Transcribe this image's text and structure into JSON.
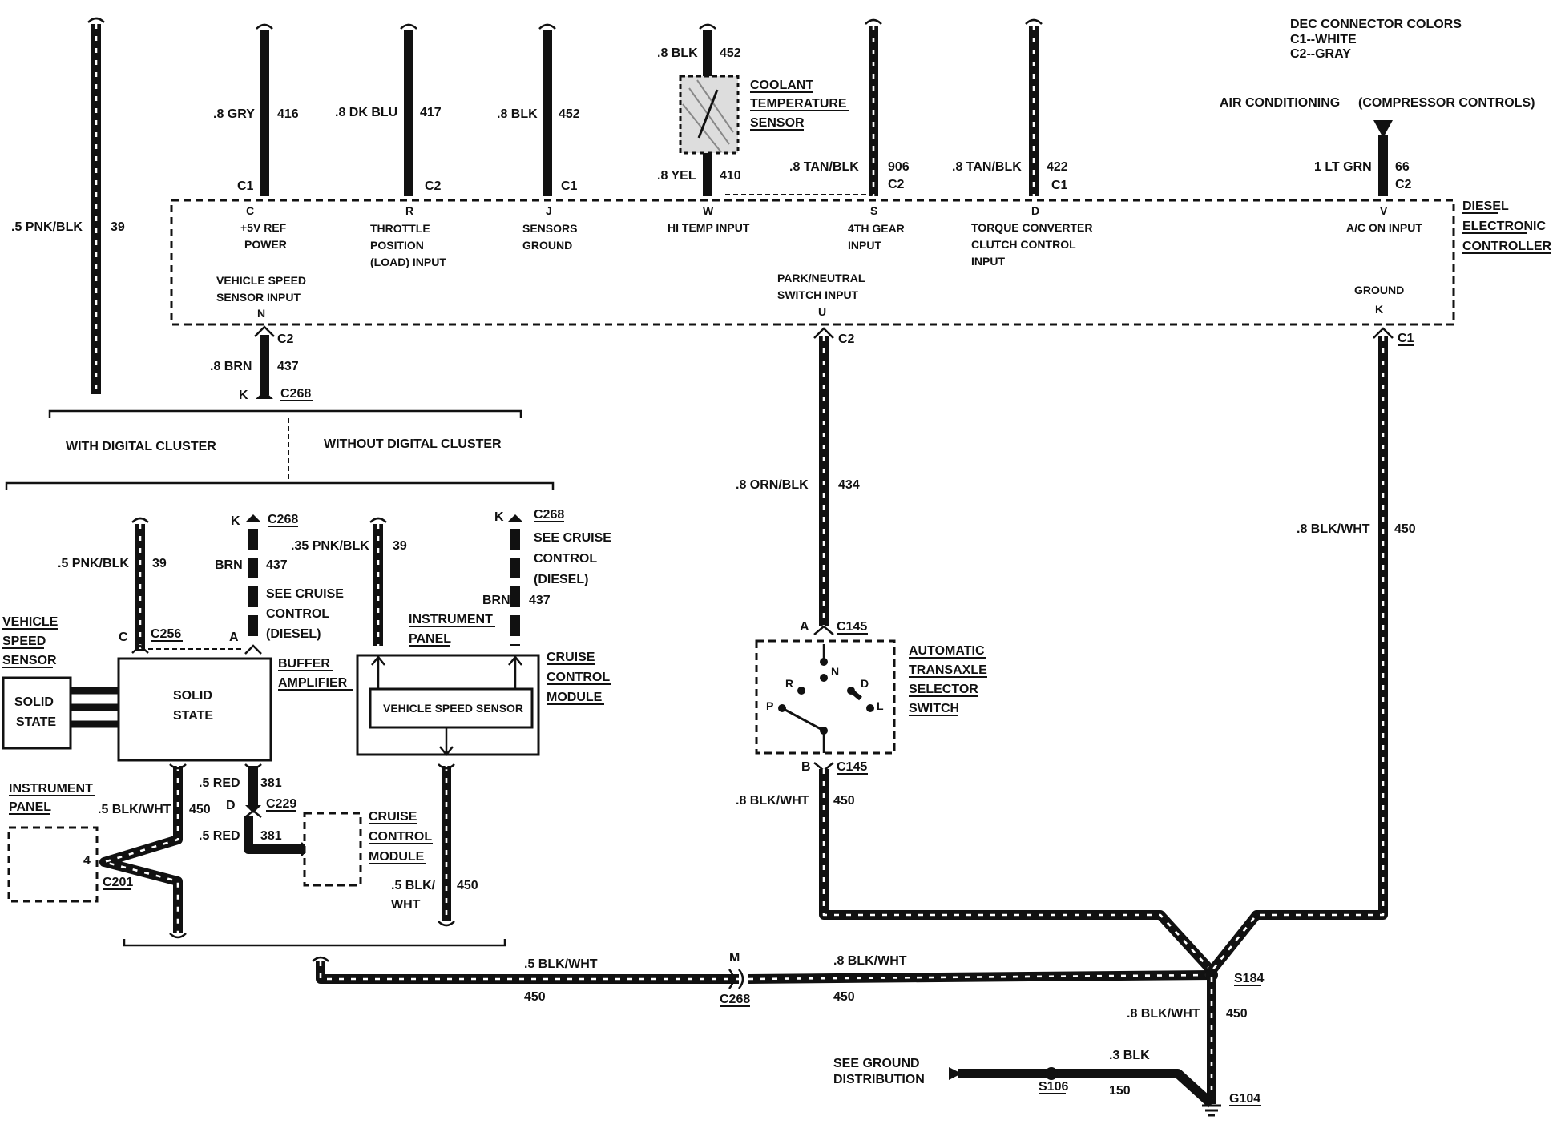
{
  "connector_colors": {
    "title": "DEC CONNECTOR COLORS",
    "c1": "C1--WHITE",
    "c2": "C2--GRAY"
  },
  "ac": {
    "label": "AIR CONDITIONING",
    "sub": "(COMPRESSOR CONTROLS)",
    "wire": "1 LT GRN",
    "circuit": "66",
    "conn": "C2"
  },
  "controller": {
    "name": [
      "DIESEL",
      "ELECTRONIC",
      "CONTROLLER"
    ],
    "pins": [
      {
        "pin": "C",
        "lines": [
          "+5V REF",
          "POWER"
        ]
      },
      {
        "pin": "R",
        "lines": [
          "THROTTLE",
          "POSITION",
          "(LOAD) INPUT"
        ]
      },
      {
        "pin": "J",
        "lines": [
          "SENSORS",
          "GROUND"
        ]
      },
      {
        "pin": "W",
        "lines": [
          "HI TEMP INPUT"
        ]
      },
      {
        "pin": "S",
        "lines": [
          "4TH GEAR",
          "INPUT"
        ]
      },
      {
        "pin": "D",
        "lines": [
          "TORQUE CONVERTER",
          "CLUTCH CONTROL",
          "INPUT"
        ]
      },
      {
        "pin": "V",
        "lines": [
          "A/C ON INPUT"
        ]
      }
    ],
    "bottom_pins": [
      {
        "pin": "N",
        "lines": [
          "VEHICLE SPEED",
          "SENSOR INPUT"
        ]
      },
      {
        "pin": "U",
        "lines": [
          "PARK/NEUTRAL",
          "SWITCH INPUT"
        ]
      },
      {
        "pin": "K",
        "lines": [
          "GROUND"
        ]
      }
    ]
  },
  "top_wires": [
    {
      "wire": ".5 PNK/BLK",
      "circuit": "39"
    },
    {
      "wire": ".8 GRY",
      "circuit": "416",
      "conn": "C1"
    },
    {
      "wire": ".8 DK BLU",
      "circuit": "417",
      "conn": "C2"
    },
    {
      "wire": ".8 BLK",
      "circuit": "452",
      "conn": "C1"
    },
    {
      "wire": ".8 TAN/BLK",
      "circuit": "906",
      "conn": "C2"
    },
    {
      "wire": ".8 TAN/BLK",
      "circuit": "422",
      "conn": "C1"
    }
  ],
  "coolant": {
    "lines": [
      "COOLANT",
      "TEMPERATURE",
      "SENSOR"
    ],
    "top_wire": ".8 BLK",
    "top_circuit": "452",
    "bottom_wire": ".8 YEL",
    "bottom_circuit": "410"
  },
  "vss_wire": {
    "conn": "C2",
    "wire": ".8 BRN",
    "circuit": "437",
    "pin": "K",
    "conn2": "C268"
  },
  "cluster": {
    "with": "WITH DIGITAL CLUSTER",
    "without": "WITHOUT DIGITAL CLUSTER"
  },
  "left_section": {
    "vss_label": [
      "VEHICLE",
      "SPEED",
      "SENSOR"
    ],
    "solid_state": [
      "SOLID",
      "STATE"
    ],
    "buffer_label": [
      "BUFFER",
      "AMPLIFIER"
    ],
    "pnk_wire": ".5 PNK/BLK",
    "pnk_circuit": "39",
    "pin_c": "C",
    "c256": "C256",
    "pin_a": "A",
    "brn_pin": "K",
    "brn_conn": "C268",
    "brn": "BRN",
    "brn_circuit": "437",
    "see_cruise": [
      "SEE CRUISE",
      "CONTROL",
      "(DIESEL)"
    ],
    "red_wire": ".5 RED",
    "red_circuit": "381",
    "pin_d": "D",
    "c229": "C229",
    "cruise_module": [
      "CRUISE",
      "CONTROL",
      "MODULE"
    ],
    "ip_label": [
      "INSTRUMENT",
      "PANEL"
    ],
    "ip_pin": "4",
    "c201": "C201",
    "blk_wht": ".5 BLK/WHT",
    "blk_circuit": "450"
  },
  "right_section": {
    "pnk_wire": ".35 PNK/BLK",
    "pnk_circuit": "39",
    "ip_label": [
      "INSTRUMENT",
      "PANEL"
    ],
    "brn_pin": "K",
    "brn_conn": "C268",
    "see_cruise": [
      "SEE CRUISE",
      "CONTROL",
      "(DIESEL)"
    ],
    "brn": "BRN",
    "brn_circuit": "437",
    "vss_box": "VEHICLE SPEED SENSOR",
    "ccm_label": [
      "CRUISE",
      "CONTROL",
      "MODULE"
    ],
    "blk_wht": [
      ".5 BLK/",
      "WHT"
    ],
    "blk_circuit": "450"
  },
  "transaxle": {
    "wire_in": ".8 ORN/BLK",
    "circuit_in": "434",
    "pin_a": "A",
    "c145": "C145",
    "lines": [
      "AUTOMATIC",
      "TRANSAXLE",
      "SELECTOR",
      "SWITCH"
    ],
    "positions": [
      "P",
      "R",
      "N",
      "D",
      "L"
    ],
    "pin_b": "B",
    "wire_out": ".8 BLK/WHT",
    "circuit_out": "450",
    "u_conn": "C2"
  },
  "ground": {
    "k_conn": "C1",
    "wire": ".8 BLK/WHT",
    "circuit": "450",
    "bottom_wire_left": ".5 BLK/WHT",
    "bottom_circuit_left": "450",
    "m_pin": "M",
    "c268": "C268",
    "bottom_wire_right": ".8 BLK/WHT",
    "bottom_circuit_right": "450",
    "s184": "S184",
    "s184_wire": ".8 BLK/WHT",
    "s184_circuit": "450",
    "see_ground": [
      "SEE GROUND",
      "DISTRIBUTION"
    ],
    "s106": "S106",
    "blk3": ".3 BLK",
    "c150": "150",
    "g104": "G104"
  }
}
